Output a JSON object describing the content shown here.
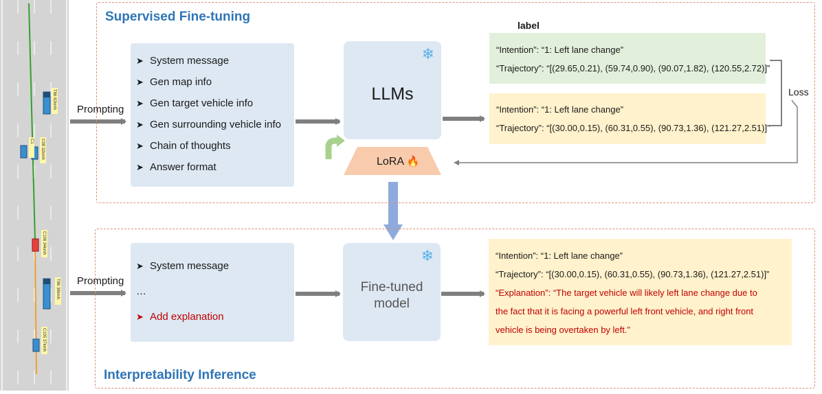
{
  "top": {
    "title": "Supervised Fine-tuning",
    "prompting_label": "Prompting",
    "items": [
      "System  message",
      "Gen map info",
      "Gen target vehicle info",
      "Gen surrounding vehicle info",
      "Chain of thoughts",
      "Answer format"
    ],
    "model_label": "LLMs",
    "lora_label": "LoRA",
    "label_title": "label",
    "label_intention": "“Intention”: “1: Left lane change”",
    "label_trajectory": "“Trajectory”: “[(29.65,0.21), (59.74,0.90), (90.07,1.82), (120.55,2.72)]”",
    "pred_intention": "“Intention”: “1: Left lane change”",
    "pred_trajectory": "“Trajectory”: “[(30.00,0.15), (60.31,0.55), (90.73,1.36), (121.27,2.51)]”",
    "loss_label": "Loss"
  },
  "bottom": {
    "title": "Interpretability Inference",
    "prompting_label": "Prompting",
    "items": [
      "System  message",
      "…",
      "Add explanation"
    ],
    "model_label_line1": "Fine-tuned",
    "model_label_line2": "model",
    "out_intention": "“Intention”: “1: Left lane change”",
    "out_trajectory": "“Trajectory”: “[(30.00,0.15), (60.31,0.55), (90.73,1.36), (121.27,2.51)]”",
    "out_explanation_1": "“Explanation”: “The target vehicle will likely left lane change due to",
    "out_explanation_2": "the fact that it is facing a powerful left front vehicle, and right front",
    "out_explanation_3": "vehicle is being overtaken by left.”"
  },
  "road": {
    "vehicle_labels": [
      "T86 82kmh",
      "C98 32kmh",
      "C1",
      "C106 34kmh",
      "T86 38kmh",
      "C105 37kmh"
    ]
  },
  "colors": {
    "accent": "#2e75b6",
    "section_border": "#d9907a",
    "label_box": "#e2efda",
    "pred_box": "#fff2cc",
    "lora": "#f8cbad",
    "arrow": "#7f7f7f",
    "down_arrow": "#8faadc",
    "explanation": "#c00000",
    "road_green": "#33a02c",
    "road_orange": "#f0a030"
  }
}
